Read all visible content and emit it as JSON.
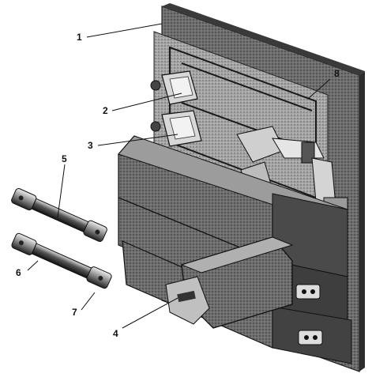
{
  "callouts": {
    "c1": "1",
    "c2": "2",
    "c3": "3",
    "c4": "4",
    "c5": "5",
    "c6": "6",
    "c7": "7",
    "c8": "8"
  },
  "colors": {
    "ink": "#111111",
    "shade_dark": "#3a3a3a",
    "shade_mid": "#7a7a7a",
    "shade_light": "#c8c8c8",
    "paper": "#ffffff"
  }
}
